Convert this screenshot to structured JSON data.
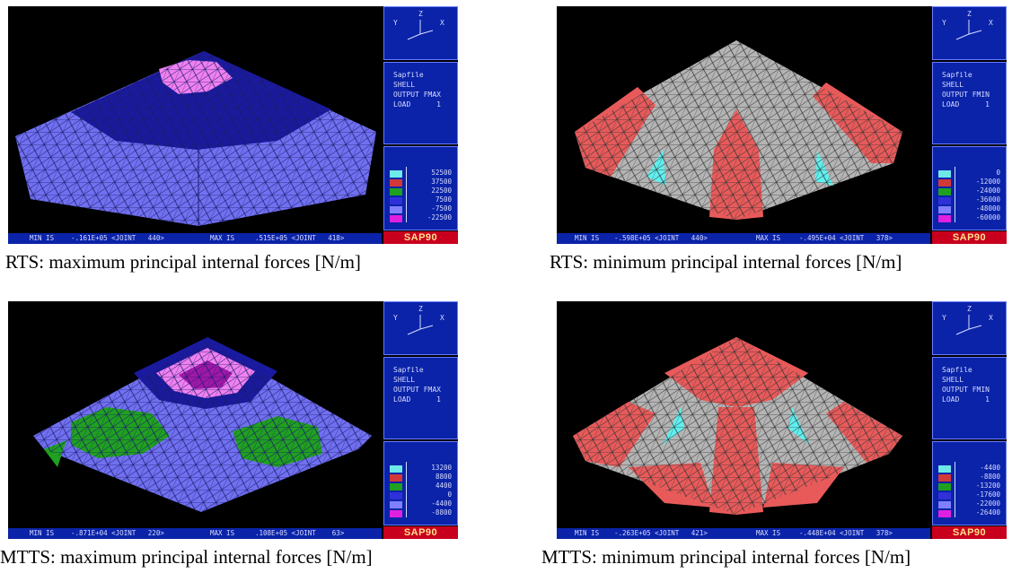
{
  "panels": [
    {
      "info": {
        "file": "Sapfile",
        "l1": "SHELL",
        "l2": "OUTPUT FMAX",
        "l3": "LOAD      1"
      },
      "axis_labels": {
        "y": "Y",
        "z": "Z",
        "x": "X"
      },
      "legend_values": [
        "52500",
        "37500",
        "22500",
        "7500",
        "-7500",
        "-22500"
      ],
      "legend_colors": [
        "#6ee8e8",
        "#d23838",
        "#20a020",
        "#3030d8",
        "#8080ff",
        "#e020e0"
      ],
      "status": {
        "min_label": "MIN IS",
        "min_value": "-.161E+05 <JOINT   440>",
        "max_label": "MAX IS",
        "max_value": ".515E+05 <JOINT   418>"
      },
      "brand": "SAP90",
      "caption": "RTS: maximum principal internal forces [N/m]"
    },
    {
      "info": {
        "file": "Sapfile",
        "l1": "SHELL",
        "l2": "OUTPUT FMIN",
        "l3": "LOAD      1"
      },
      "axis_labels": {
        "y": "Y",
        "z": "Z",
        "x": "X"
      },
      "legend_values": [
        "0",
        "-12000",
        "-24000",
        "-36000",
        "-48000",
        "-60000"
      ],
      "legend_colors": [
        "#6ee8e8",
        "#d23838",
        "#20a020",
        "#3030d8",
        "#8080ff",
        "#e020e0"
      ],
      "status": {
        "min_label": "MIN IS",
        "min_value": "-.598E+05 <JOINT   440>",
        "max_label": "MAX IS",
        "max_value": "-.495E+04 <JOINT   378>"
      },
      "brand": "SAP90",
      "caption": "RTS: minimum principal internal forces [N/m]"
    },
    {
      "info": {
        "file": "Sapfile",
        "l1": "SHELL",
        "l2": "OUTPUT FMAX",
        "l3": "LOAD      1"
      },
      "axis_labels": {
        "y": "Y",
        "z": "Z",
        "x": "X"
      },
      "legend_values": [
        "13200",
        "8800",
        "4400",
        "0",
        "-4400",
        "-8800"
      ],
      "legend_colors": [
        "#6ee8e8",
        "#d23838",
        "#20a020",
        "#3030d8",
        "#8080ff",
        "#e020e0"
      ],
      "status": {
        "min_label": "MIN IS",
        "min_value": "-.871E+04 <JOINT   220>",
        "max_label": "MAX IS",
        "max_value": ".108E+05 <JOINT    63>"
      },
      "brand": "SAP90",
      "caption": "MTTS: maximum principal internal forces [N/m]"
    },
    {
      "info": {
        "file": "Sapfile",
        "l1": "SHELL",
        "l2": "OUTPUT FMIN",
        "l3": "LOAD      1"
      },
      "axis_labels": {
        "y": "Y",
        "z": "Z",
        "x": "X"
      },
      "legend_values": [
        "-4400",
        "-8800",
        "-13200",
        "-17600",
        "-22000",
        "-26400"
      ],
      "legend_colors": [
        "#6ee8e8",
        "#d23838",
        "#20a020",
        "#3030d8",
        "#8080ff",
        "#e020e0"
      ],
      "status": {
        "min_label": "MIN IS",
        "min_value": "-.263E+05 <JOINT   421>",
        "max_label": "MAX IS",
        "max_value": "-.448E+04 <JOINT   378>"
      },
      "brand": "SAP90",
      "caption": "MTTS: minimum principal internal forces [N/m]"
    }
  ]
}
